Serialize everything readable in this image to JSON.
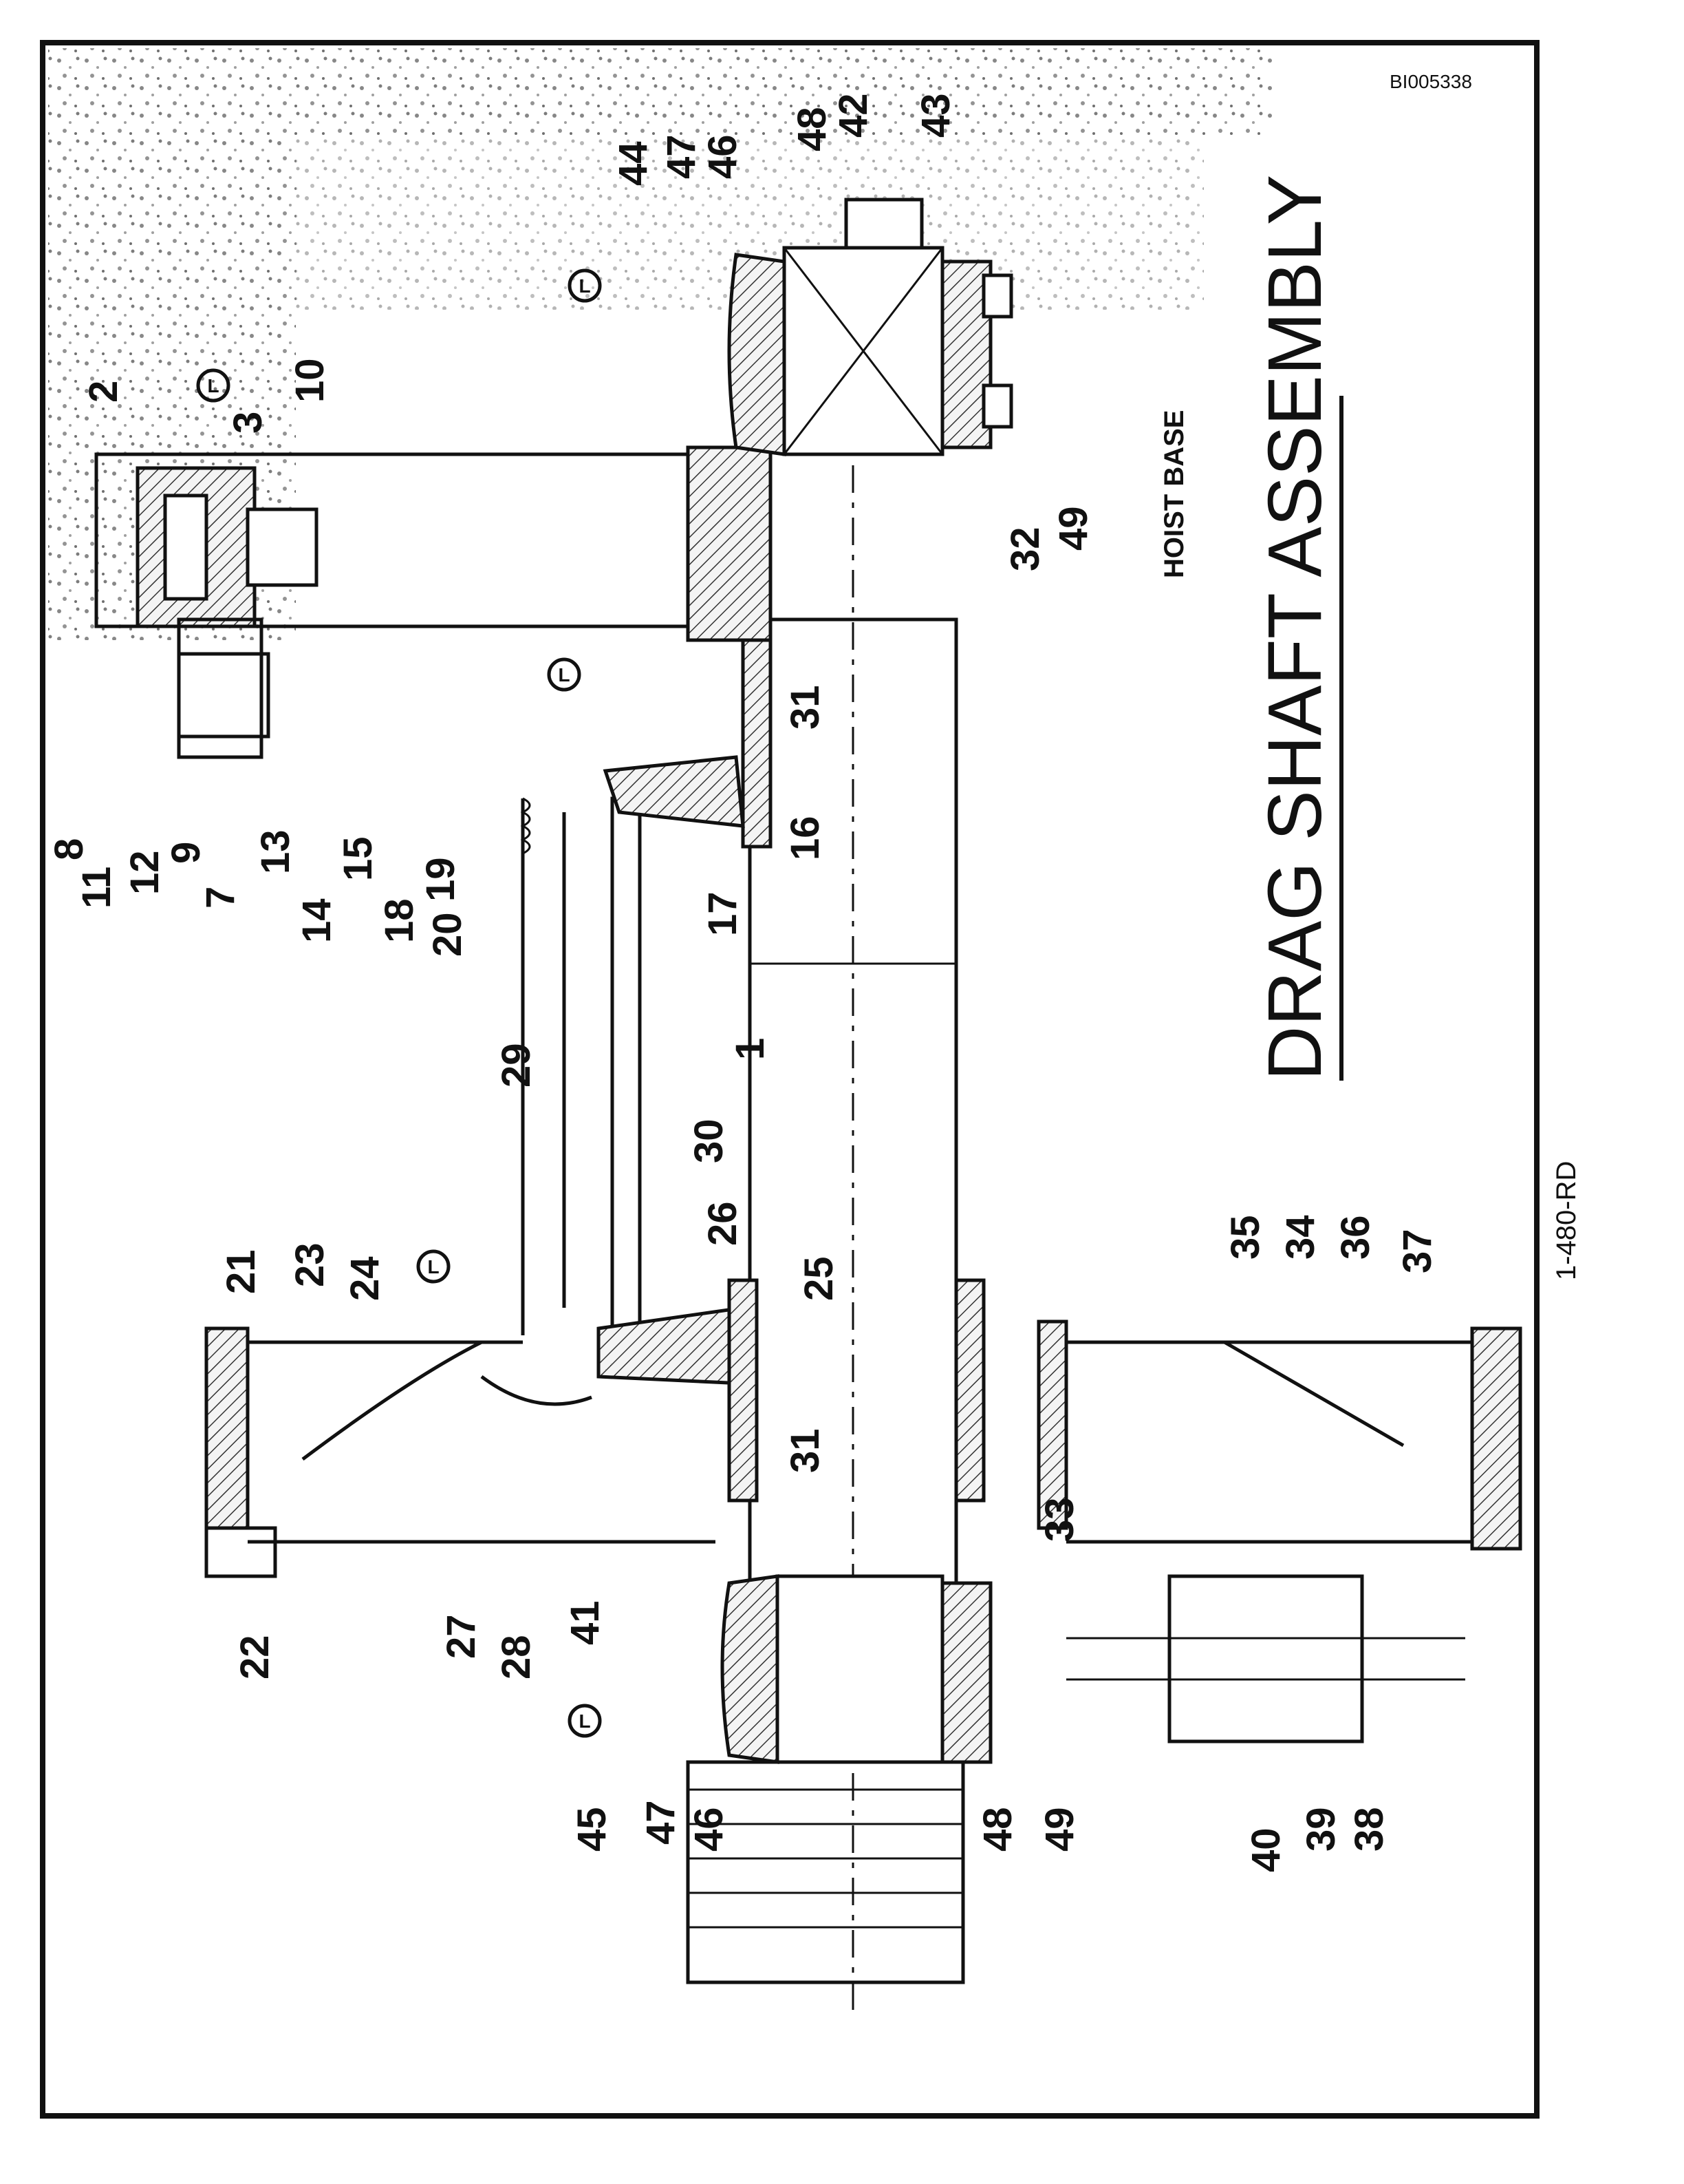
{
  "sheet": {
    "document_id": "BI005338",
    "drawing_number": "1-480-RD",
    "title": "DRAG SHAFT ASSEMBLY",
    "hoist_base_label": "HOIST BASE",
    "lube_symbol": "L"
  },
  "part_labels": [
    "1",
    "2",
    "3",
    "7",
    "8",
    "9",
    "10",
    "11",
    "12",
    "13",
    "14",
    "15",
    "16",
    "17",
    "18",
    "19",
    "20",
    "21",
    "22",
    "23",
    "24",
    "25",
    "26",
    "27",
    "28",
    "29",
    "30",
    "31",
    "31",
    "32",
    "33",
    "34",
    "35",
    "36",
    "37",
    "38",
    "39",
    "40",
    "41",
    "42",
    "43",
    "44",
    "45",
    "46",
    "46",
    "47",
    "47",
    "48",
    "48",
    "49",
    "49"
  ]
}
